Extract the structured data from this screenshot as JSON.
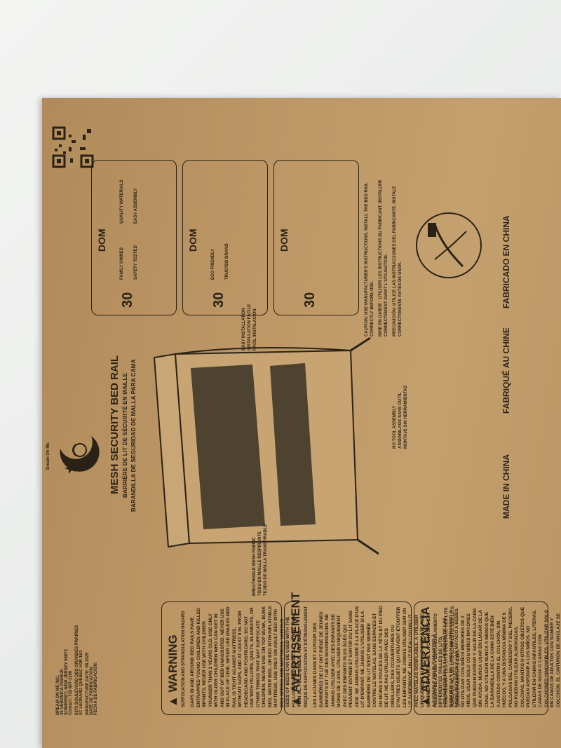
{
  "company": {
    "lines": [
      "DREAM ON ME INC.",
      "45 VERONICA AVENUE",
      "SOMERSET, NEW JERSEY 08873",
      "Contact: 732-907-1196",
      "5375 BOULEVARD DES GRANDES PRAIRIES",
      "ST LEONARD QUÉBEC H1R 1B1",
      "MANUFACTURE DATE: 08 2025",
      "DATE DE FABRICATION:",
      "FECHA DE FABRICACIÓN:"
    ]
  },
  "brand_logo_text": "Dream On Me",
  "product": {
    "title_en": "MESH SECURITY BED RAIL",
    "title_fr": "BARRIÈRE DE LIT DE SÉCURITÉ EN MAILLE",
    "title_es": "BARANDILLA DE SEGURIDAD DE MALLA PARA CAMA"
  },
  "callouts": {
    "mesh_en": "BREATHABLE MESH FABRIC",
    "mesh_fr": "TISSU EN MAILLE RESPIRANTE",
    "mesh_es": "TEJIDO DE MALLA TRANSPIRABLE",
    "install_en": "EASY INSTALLATION",
    "install_fr": "INSTALLATION FACILE",
    "install_es": "FÁCIL INSTALACIÓN",
    "tool_en": "NO TOOL ASSEMBLY",
    "tool_fr": "ASSEMBLAGE SANS OUTIL",
    "tool_es": "MONTAJE SIN HERRAMIENTAS"
  },
  "made_in": {
    "en": "MADE IN CHINA",
    "fr": "FABRIQUÉ AU CHINE",
    "es": "FABRICADO EN CHINA"
  },
  "warnings": {
    "en": {
      "heading": "WARNING",
      "sub": "SUFFOCATION AND STRANGULATION HAZARD",
      "body": "GAPS IN AND AROUND BED RAILS HAVE ENTRAPPED YOUNG CHILDREN AND KILLED INFANTS. NEVER USE WITH CHILDREN YOUNGER THAN 2 YEARS OLD. USE ONLY WITH OLDER CHILDREN WHO CAN GET IN AND OUT OF BED UNASSISTED. NEVER USE IN PLACE OF CRIB. NEVER USE UNLESS BED RAIL IS TIGHT AGAINST MATTRESS, WITHOUT GAPS, AND AT LEAST 9 IN. FROM HEADBOARD AND FOOTBOARD. DO NOT USE WITH PILLOWS, QUILTS, BLANKETS, OR OTHER THINGS THAT MAY SUFFOCATE CHILDREN. NEVER USE ON TOP BUNK, BUNK BED, WATER BED, OR BED WITH INFLATABLE MATTRESS. USE ONLY ON ADULT BED WITH BOX SPRING AND MATTRESS. VARIOUS SIZES OF BEDS CAN BE USED WITH THE FOLLOWING BED SIZES INCLUDING TWIN, TWIN XL, FULL, QUEEN, AND KING."
    },
    "fr": {
      "heading": "AVERTISSEMENT",
      "sub": "RISQUE DE SUFFOCATION ET D'ÉTRANGLEMENT",
      "body": "LES LACUNES DANS ET AUTOUR DES BARRIÈRES DE LIT ONT PIÉGÉ DE JEUNES ENFANTS ET TUÉ DES NOURRISSONS. NE JAMAIS UTILISER AVEC DES ENFANTS DE MOINS DE 2 ANS. UTILISER UNIQUEMENT AVEC DES ENFANTS PLUS ÂGÉS QUI PEUVENT ENTRER ET SORTIR DU LIT SANS AIDE. NE JAMAIS UTILISER À LA PLACE D'UN LIT D'ENFANT. NE JAMAIS L'UTILISER SI LA BARRIÈRE DE LIT N'EST PAS SERRÉE CONTRE LE MATELAS, SANS ESPACES ET AU MOINS 9 POUCES DE LA TÊTE ET DU PIED DE LIT. NE PAS UTILISER AVEC DES OREILLERS, DES COUVERTURES OU D'AUTRES OBJETS QUI PEUVENT ÉTOUFFER LES ENFANTS. NE JAMAIS UTILISER SUR UN LIT SUPERPOSÉ, UN LIT D'EAU OU UN LIT AVEC MATELAS GONFLABLE. À UTILISER UNIQUEMENT SUR UN LIT D'ADULTE AVEC SOMMIER ET MATELAS. LA CEINTURE EST AJUSTABLE POUR S'ADAPTER À DIFFÉRENTES TAILLES DE LITS, COMPRENANT LES LITS JUMEAUX, LES LITS JUMEAUX XL, LES LITS COMPLETS, LES LITS QUEEN ET LES LITS KING."
    },
    "es": {
      "heading": "ADVERTENCIA",
      "sub": "PELIGRO DE ASFIXIA Y ESTRANGULAMIENTO",
      "body": "LOS HUECOS EN Y ALREDEDOR DE LAS BARANDILLAS DE CAMA HAN ATRAPADO A NIÑOS PEQUEÑOS Y HAN MATADO A BEBÉS. NO UTILIZAR CON NIÑOS MENORES DE 2 AÑOS. USAR SOLO CON NIÑOS MAYORES QUE PUEDAN ENTRAR Y SALIR DE LA CAMA SIN AYUDA. NUNCA USAR EN LUGAR DE LA CUNA. NO UTILIZAR NUNCA A MENOS QUE LA BARANDILLA DE LA CAMA ESTÉ BIEN AJUSTADA CONTRA EL COLCHÓN, SIN HUECOS, Y A UNA DISTANCIA MÍNIMA DE 9 PULGADAS DEL CABECERO Y DEL PIECERO. NO PUEDAN UTILIZAR ALMOHADAS, COLCHAS, MANTAS U OTROS OBJETOS QUE PUEDAN ASFIXIAR A LOS NIÑOS. NO UTILIZAR EN CAMAS INFANTILES, LITERAS, CAMAS DE AGUA O CAMAS CON COLCHONES HINCHABLES. UTILIZAR SOLO EN CAMAS DE ADULTOS CON SOMIER Y COLCHÓN. EL CINTURÓN DE ANCLAJE SE ADAPTA A CAMAS DE DISTINTOS TAMAÑOS, COMO TWIN, TWIN XL, FULL, QUEEN Y KING."
    }
  },
  "badges": {
    "brand": "DOM",
    "years": "30",
    "icon_captions": [
      "FAMILY OWNED",
      "SAFETY TESTED",
      "QUALITY MATERIALS",
      "EASY ASSEMBLY",
      "ECO FRIENDLY",
      "TRUSTED BRAND"
    ]
  },
  "caution": {
    "en": "CAUTION: USE MANUFACTURER'S INSTRUCTIONS. INSTALL THE BED RAIL CORRECTLY BEFORE USE.",
    "fr": "MISE EN GARDE : UTILISER LES INSTRUCTIONS DU FABRICANT. INSTALLER CORRECTEMENT AVANT L'UTILISATION.",
    "es": "PRECAUCIÓN: UTILICE LAS INSTRUCCIONES DEL FABRICANTE. INSTALE CORRECTAMENTE ANTES DE USAR."
  }
}
